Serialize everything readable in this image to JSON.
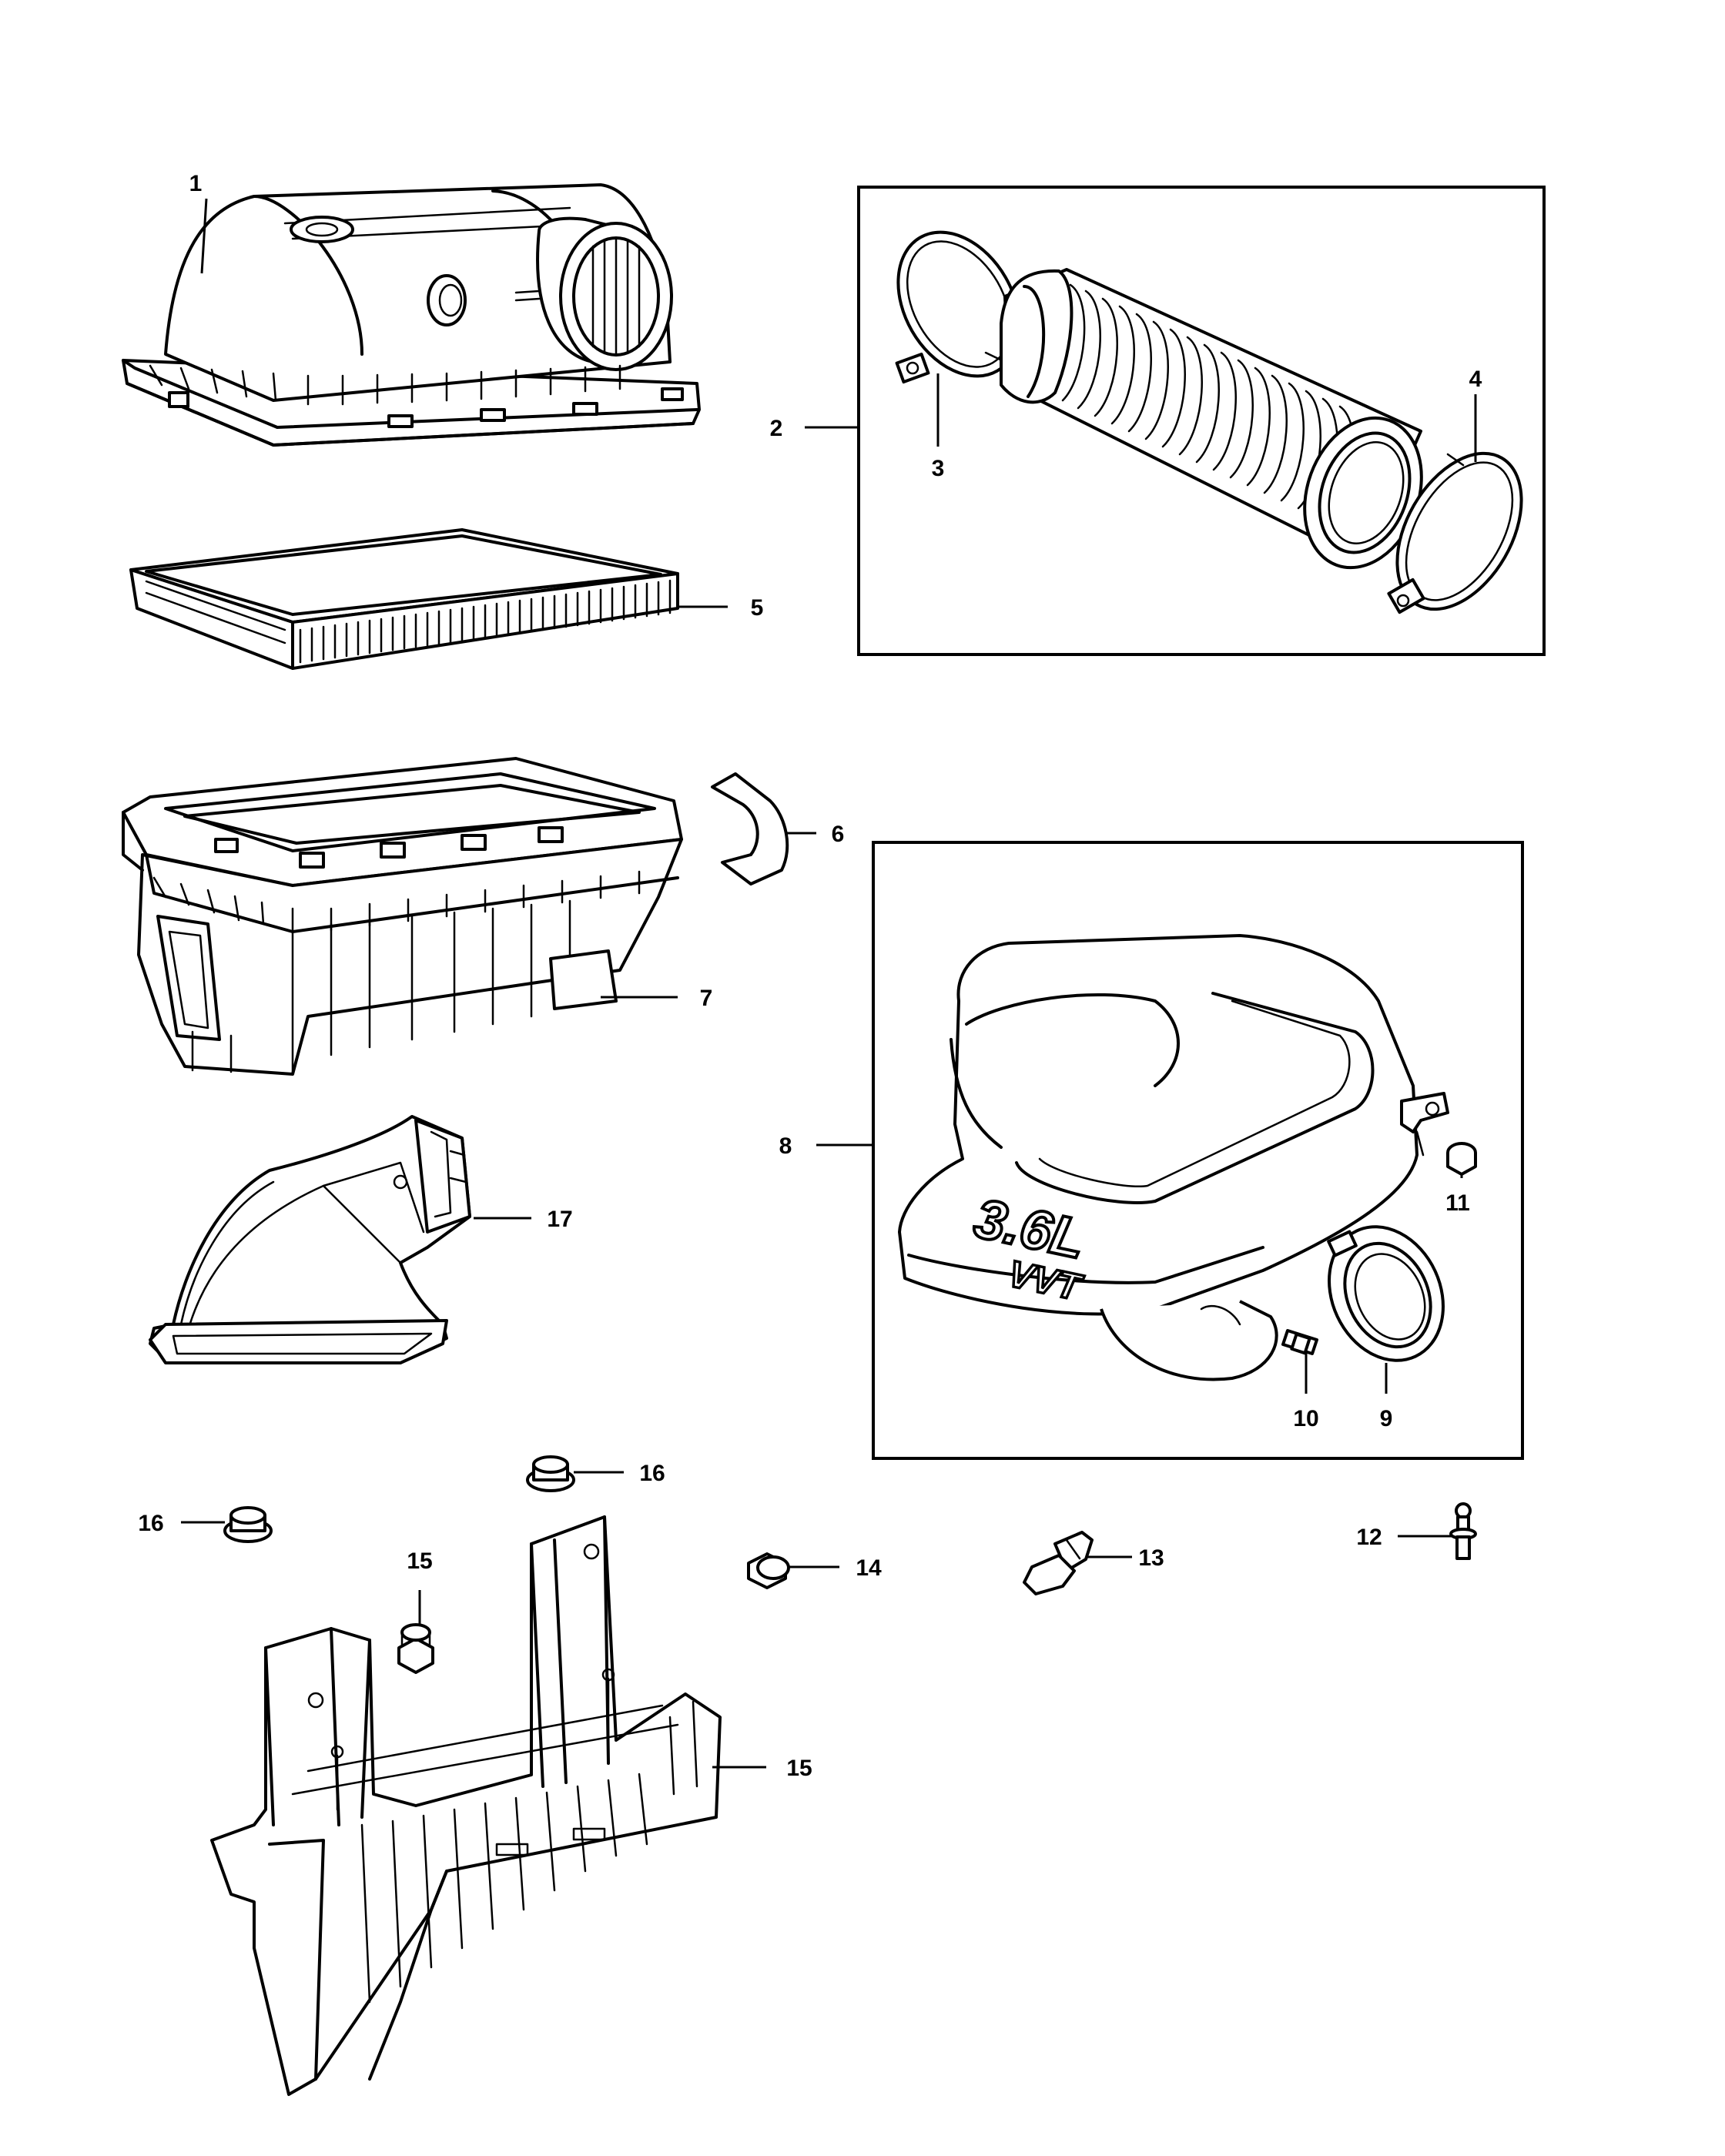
{
  "diagram": {
    "type": "exploded-parts-diagram",
    "callouts": [
      "1",
      "2",
      "3",
      "4",
      "5",
      "6",
      "7",
      "8",
      "9",
      "10",
      "11",
      "12",
      "13",
      "14",
      "15",
      "15",
      "16",
      "16",
      "17"
    ],
    "emblem": {
      "line1": "3.6L",
      "line2": "VVT"
    }
  }
}
